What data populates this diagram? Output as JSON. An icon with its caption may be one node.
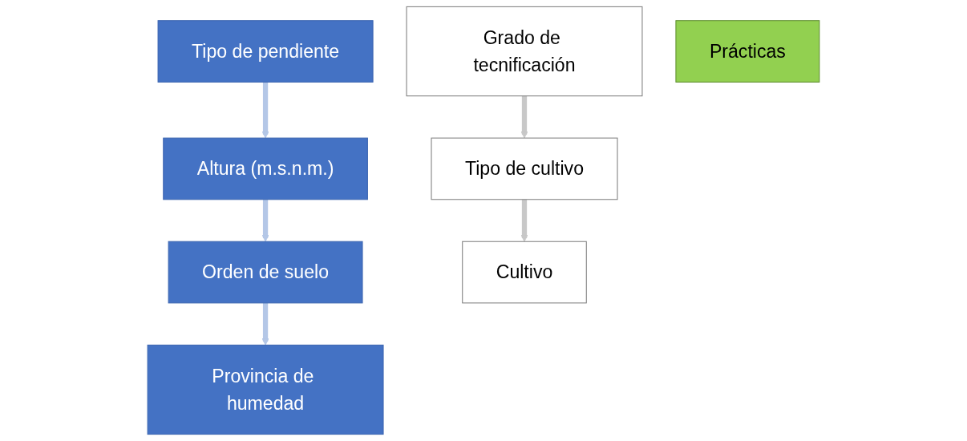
{
  "diagram": {
    "nodes": [
      {
        "text": [
          "Tipo de pendiente"
        ]
      },
      {
        "text": [
          "Altura (m.s.n.m.)"
        ]
      },
      {
        "text": [
          "Orden de suelo"
        ]
      },
      {
        "text": [
          "Provincia de humedad"
        ]
      },
      {
        "text": [
          "Grado de tecnificación"
        ]
      },
      {
        "text": [
          "Tipo de cultivo"
        ]
      },
      {
        "text": [
          "Cultivo"
        ]
      },
      {
        "text": [
          "Prácticas"
        ]
      }
    ],
    "edges": [
      {
        "from": 0,
        "to": 1,
        "arrow": "to",
        "color": "#b4c7e7"
      },
      {
        "from": 1,
        "to": 2,
        "arrow": "to",
        "color": "#b4c7e7"
      },
      {
        "from": 2,
        "to": 3,
        "arrow": "to",
        "color": "#b4c7e7"
      },
      {
        "from": 4,
        "to": 5,
        "arrow": "to",
        "color": "#c8c8c8"
      },
      {
        "from": 5,
        "to": 6,
        "arrow": "to",
        "color": "#c8c8c8"
      }
    ]
  }
}
